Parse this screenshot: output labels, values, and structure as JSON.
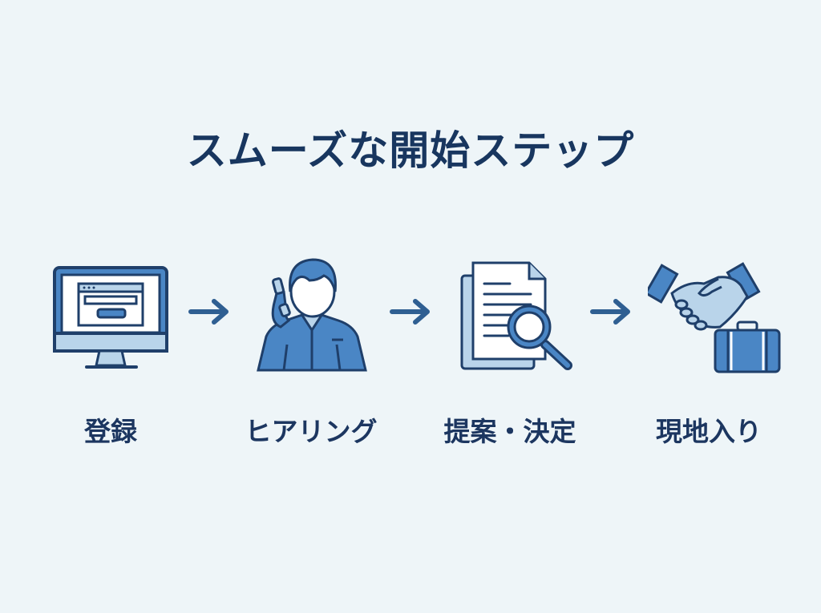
{
  "title": "スムーズな開始ステップ",
  "steps": [
    {
      "label": "登録",
      "icon": "computer-registration-icon"
    },
    {
      "label": "ヒアリング",
      "icon": "person-phone-icon"
    },
    {
      "label": "提案・決定",
      "icon": "document-search-icon"
    },
    {
      "label": "現地入り",
      "icon": "handshake-suitcase-icon"
    }
  ],
  "colors": {
    "dark": "#1f3f6a",
    "mid": "#4a86c5",
    "light": "#b9d4ea",
    "text": "#18365f",
    "background": "#eef5f8"
  }
}
